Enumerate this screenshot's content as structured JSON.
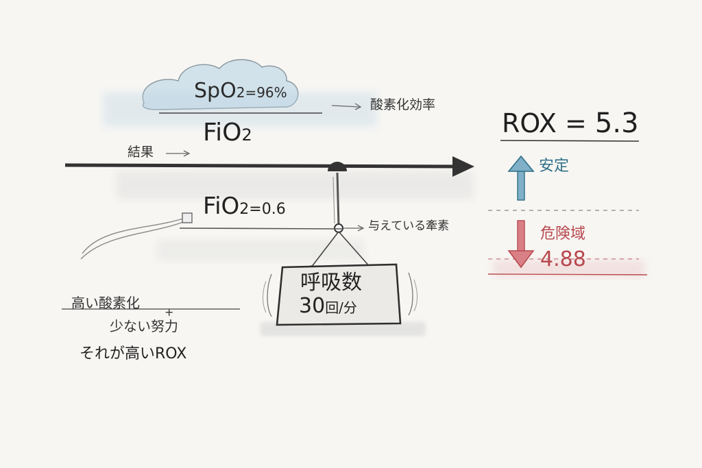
{
  "spo2": {
    "prefix": "SpO",
    "sub": "2",
    "value": "=96%"
  },
  "fio2_top": {
    "prefix": "FiO",
    "sub": "2"
  },
  "fio2_low": {
    "prefix": "FiO",
    "sub": "2",
    "value": "=0.6"
  },
  "labels": {
    "oxygen_efficiency": "酸素化効率",
    "result": "結果",
    "factors": "与えている牽素"
  },
  "rox": {
    "label": "ROX",
    "eq": " = ",
    "value": "5.3"
  },
  "stable": "安定",
  "danger": {
    "label": "危険域",
    "value": "4.88"
  },
  "sign": {
    "line1": "呼吸数",
    "value": "30",
    "unit": "回/分"
  },
  "notes": {
    "line1": "高い酸素化",
    "plus": "+",
    "line2": "少ない努力",
    "line3": "それが高いROX"
  },
  "colors": {
    "stable": "#2f6f86",
    "danger": "#b8484e",
    "cloud": "#b9d3e3"
  }
}
